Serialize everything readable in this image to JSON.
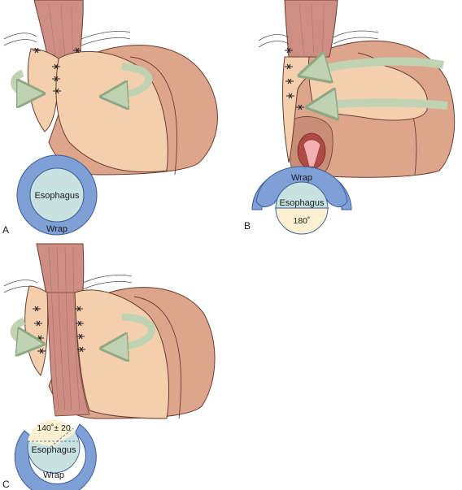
{
  "panels": [
    {
      "letter": "A",
      "ring": {
        "inner": "Esophagus",
        "outer": "Wrap"
      }
    },
    {
      "letter": "B",
      "ring": {
        "inner": "Esophagus",
        "outer": "Wrap",
        "angle": "180˚"
      }
    },
    {
      "letter": "C",
      "ring": {
        "inner": "Esophagus",
        "outer": "Wrap",
        "angle": "140˚± 20"
      }
    }
  ],
  "colors": {
    "stomach": "#dda58c",
    "stomach_dark": "#c98e78",
    "esophagus": "#cf8e84",
    "fundus_wrap": "#f4cfae",
    "arrow": "#bfd3b2",
    "ring_wrap": "#7fa0d7",
    "ring_esophagus": "#c8e2e2",
    "angle_sector": "#fbf0d2",
    "outline": "#6a3d2d"
  },
  "icons": {
    "stitch": "x-stitch-icon",
    "rotation_arrow": "curved-arrow-icon",
    "aorta": "aorta-icon"
  }
}
